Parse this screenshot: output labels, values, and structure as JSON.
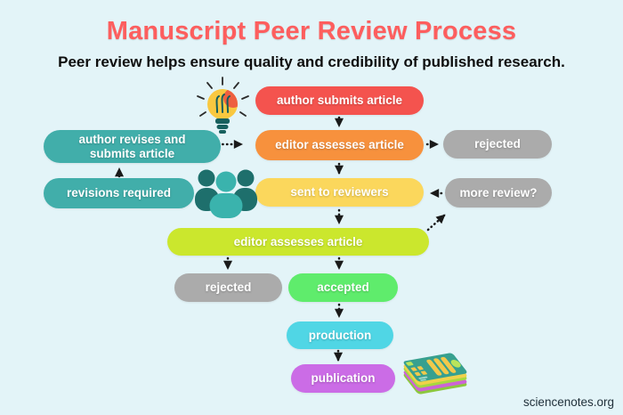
{
  "page": {
    "title": "Manuscript Peer Review Process",
    "subtitle": "Peer review helps ensure quality and credibility of published research.",
    "footer": "sciencenotes.org"
  },
  "colors": {
    "background": "#e3f4f8",
    "title": "#fd5e5e",
    "subtitle": "#0e0e0e",
    "pill_text": "#ffffff",
    "arrow": "#1a1a1a",
    "red": "#f4534e",
    "orange": "#f7913d",
    "teal": "#41aeaa",
    "gray": "#ababab",
    "yellow": "#fbd75c",
    "lime": "#cbe72d",
    "green": "#5fec6c",
    "cyan": "#50d6e5",
    "purple": "#cb6ce6"
  },
  "icons": [
    {
      "name": "lightbulb-icon"
    },
    {
      "name": "reviewers-icon"
    },
    {
      "name": "publication-stack-icon"
    }
  ],
  "nodes": [
    {
      "id": "author-submits",
      "label": "author submits article",
      "color": "#f4534e"
    },
    {
      "id": "author-revises",
      "label": "author revises and submits article",
      "color": "#41aeaa"
    },
    {
      "id": "editor-assesses-1",
      "label": "editor assesses article",
      "color": "#f7913d"
    },
    {
      "id": "rejected-1",
      "label": "rejected",
      "color": "#ababab"
    },
    {
      "id": "revisions-required",
      "label": "revisions required",
      "color": "#41aeaa"
    },
    {
      "id": "sent-to-reviewers",
      "label": "sent to reviewers",
      "color": "#fbd75c"
    },
    {
      "id": "more-review",
      "label": "more review?",
      "color": "#ababab"
    },
    {
      "id": "editor-assesses-2",
      "label": "editor assesses article",
      "color": "#cbe72d"
    },
    {
      "id": "rejected-2",
      "label": "rejected",
      "color": "#ababab"
    },
    {
      "id": "accepted",
      "label": "accepted",
      "color": "#5fec6c"
    },
    {
      "id": "production",
      "label": "production",
      "color": "#50d6e5"
    },
    {
      "id": "publication",
      "label": "publication",
      "color": "#cb6ce6"
    }
  ]
}
